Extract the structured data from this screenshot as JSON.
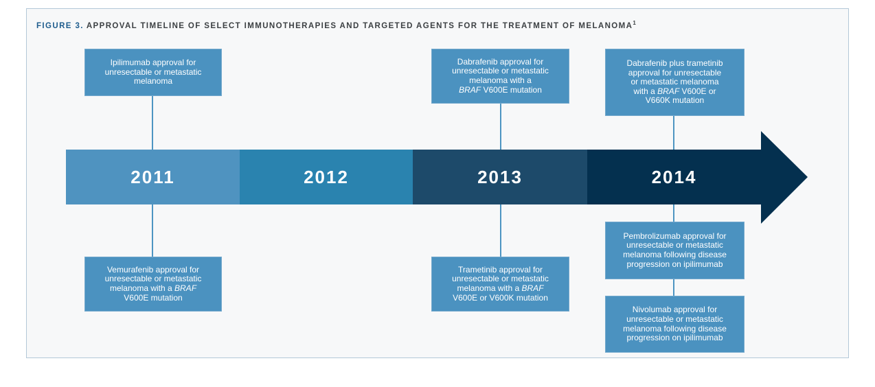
{
  "figure": {
    "label": "FIGURE 3.",
    "title": "APPROVAL TIMELINE OF SELECT IMMUNOTHERAPIES AND TARGETED AGENTS FOR THE TREATMENT OF MELANOMA",
    "footnote_marker": "1"
  },
  "colors": {
    "panel_border": "#b3c8d8",
    "panel_background": "#f7f8f9",
    "event_box_fill": "#4b92c0",
    "connector": "#4d95c2",
    "figure_label_blue": "#1e5c8d"
  },
  "timeline": {
    "arrow_color": "#04304f",
    "years": [
      {
        "label": "2011",
        "color": "#4f93c0"
      },
      {
        "label": "2012",
        "color": "#2a83af"
      },
      {
        "label": "2013",
        "color": "#1d4a6a"
      },
      {
        "label": "2014",
        "color": "#04304f"
      }
    ]
  },
  "events": [
    {
      "id": "ipilimumab",
      "year": "2011",
      "position": "above",
      "lines": [
        [
          {
            "text": "Ipilimumab approval for"
          }
        ],
        [
          {
            "text": "unresectable or metastatic"
          }
        ],
        [
          {
            "text": "melanoma"
          }
        ]
      ]
    },
    {
      "id": "dabrafenib",
      "year": "2013",
      "position": "above",
      "lines": [
        [
          {
            "text": "Dabrafenib approval for"
          }
        ],
        [
          {
            "text": "unresectable or metastatic"
          }
        ],
        [
          {
            "text": "melanoma with a"
          }
        ],
        [
          {
            "text": "BRAF",
            "italic": true
          },
          {
            "text": " V600E mutation"
          }
        ]
      ]
    },
    {
      "id": "dabrafenib-trametinib",
      "year": "2014",
      "position": "above",
      "lines": [
        [
          {
            "text": "Dabrafenib plus trametinib"
          }
        ],
        [
          {
            "text": "approval for unresectable"
          }
        ],
        [
          {
            "text": "or metastatic melanoma"
          }
        ],
        [
          {
            "text": "with a "
          },
          {
            "text": "BRAF",
            "italic": true
          },
          {
            "text": " V600E or"
          }
        ],
        [
          {
            "text": "V660K mutation"
          }
        ]
      ]
    },
    {
      "id": "vemurafenib",
      "year": "2011",
      "position": "below",
      "lines": [
        [
          {
            "text": "Vemurafenib approval for"
          }
        ],
        [
          {
            "text": "unresectable or metastatic"
          }
        ],
        [
          {
            "text": "melanoma with a "
          },
          {
            "text": "BRAF",
            "italic": true
          }
        ],
        [
          {
            "text": "V600E mutation"
          }
        ]
      ]
    },
    {
      "id": "trametinib",
      "year": "2013",
      "position": "below",
      "lines": [
        [
          {
            "text": "Trametinib approval for"
          }
        ],
        [
          {
            "text": "unresectable or metastatic"
          }
        ],
        [
          {
            "text": "melanoma with a "
          },
          {
            "text": "BRAF",
            "italic": true
          }
        ],
        [
          {
            "text": "V600E or V600K mutation"
          }
        ]
      ]
    },
    {
      "id": "pembrolizumab",
      "year": "2014",
      "position": "below",
      "lines": [
        [
          {
            "text": "Pembrolizumab approval for"
          }
        ],
        [
          {
            "text": "unresectable or metastatic"
          }
        ],
        [
          {
            "text": "melanoma following disease"
          }
        ],
        [
          {
            "text": "progression on ipilimumab"
          }
        ]
      ]
    },
    {
      "id": "nivolumab",
      "year": "2014",
      "position": "below",
      "lines": [
        [
          {
            "text": "Nivolumab approval for"
          }
        ],
        [
          {
            "text": "unresectable or metastatic"
          }
        ],
        [
          {
            "text": "melanoma following disease"
          }
        ],
        [
          {
            "text": "progression on ipilimumab"
          }
        ]
      ]
    }
  ]
}
